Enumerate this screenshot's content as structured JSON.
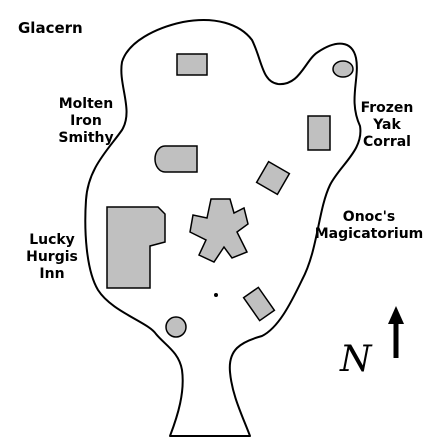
{
  "map": {
    "title": "Glacern",
    "colors": {
      "background": "#ffffff",
      "outline": "#000000",
      "building_fill": "#c0c0c0"
    },
    "labels": {
      "smithy": [
        "Molten",
        "Iron",
        "Smithy"
      ],
      "corral": [
        "Frozen",
        "Yak",
        "Corral"
      ],
      "inn": [
        "Lucky",
        "Hurgis",
        "Inn"
      ],
      "magicatorium": [
        "Onoc's",
        "Magicatorium"
      ]
    },
    "compass": {
      "letter": "N",
      "icon": "north-arrow-icon"
    }
  }
}
